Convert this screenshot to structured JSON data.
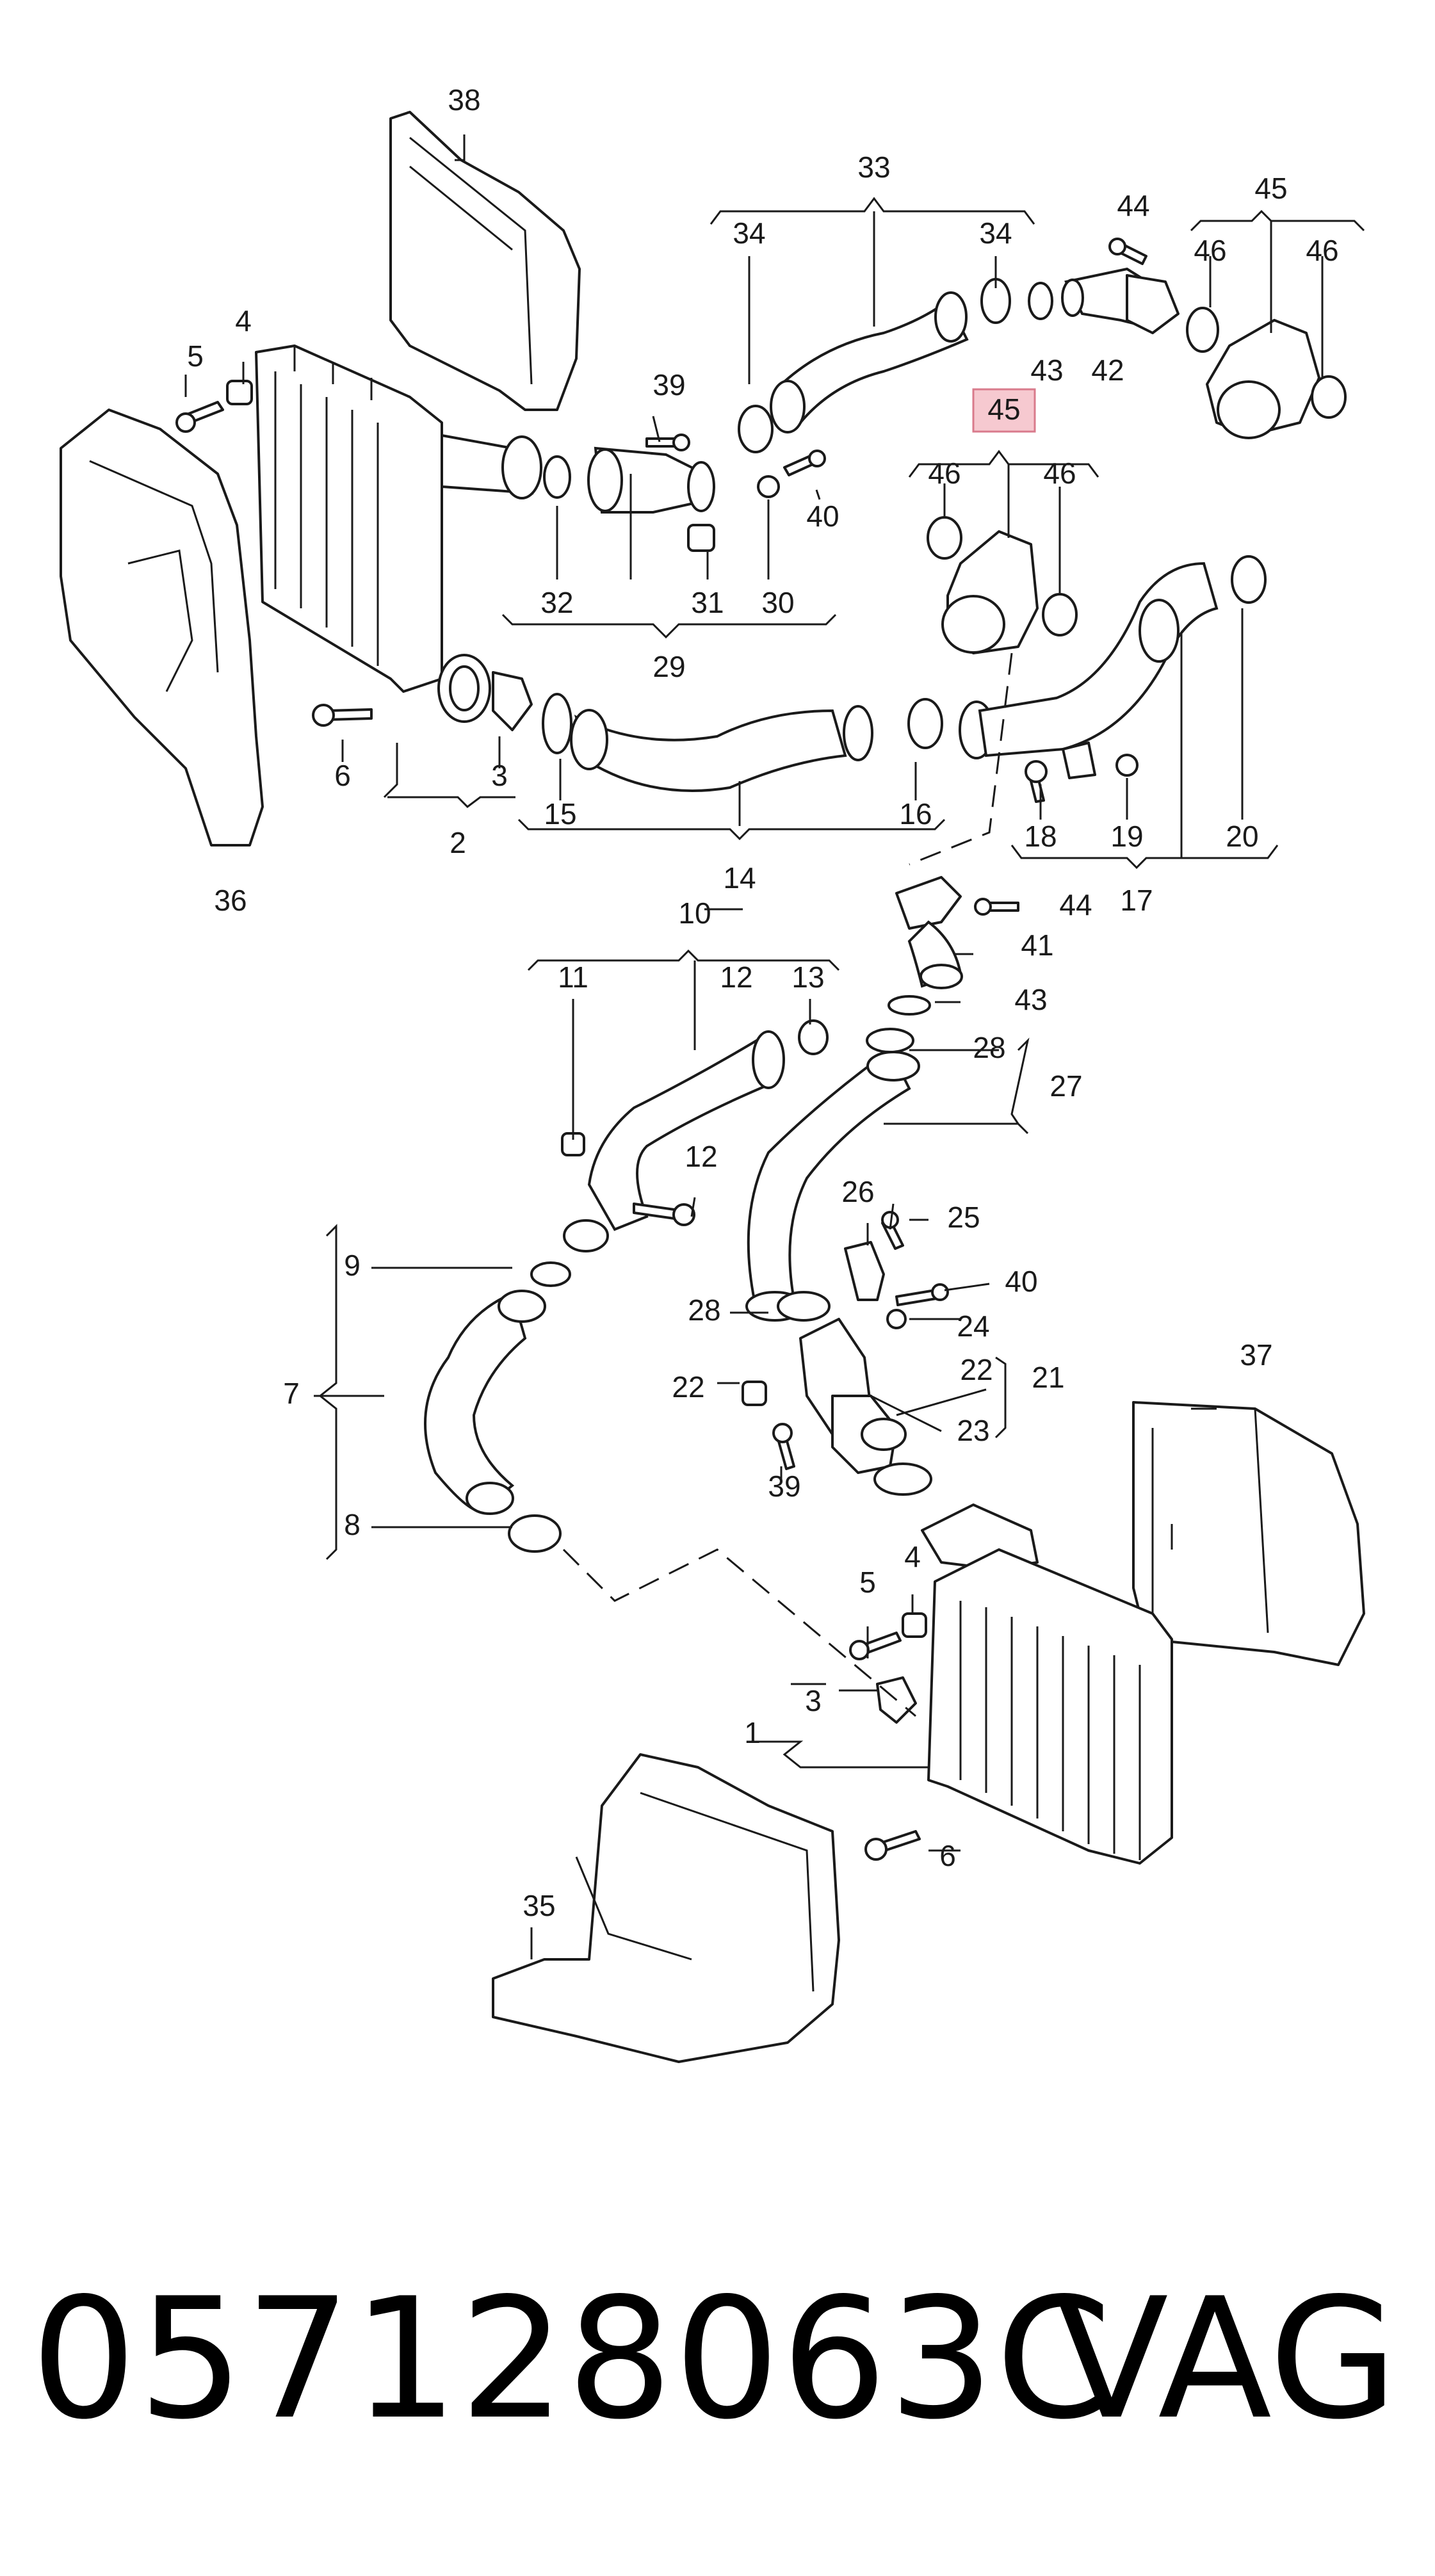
{
  "diagram": {
    "highlighted_label": "45",
    "labels": {
      "n1": "1",
      "n2": "2",
      "n3": "3",
      "n4": "4",
      "n5": "5",
      "n6": "6",
      "n7": "7",
      "n8": "8",
      "n9": "9",
      "n10": "10",
      "n11": "11",
      "n12": "12",
      "n13": "13",
      "n14": "14",
      "n15": "15",
      "n16": "16",
      "n17": "17",
      "n18": "18",
      "n19": "19",
      "n20": "20",
      "n21": "21",
      "n22": "22",
      "n23": "23",
      "n24": "24",
      "n25": "25",
      "n26": "26",
      "n27": "27",
      "n28": "28",
      "n29": "29",
      "n30": "30",
      "n31": "31",
      "n32": "32",
      "n33": "33",
      "n34": "34",
      "n35": "35",
      "n36": "36",
      "n37": "37",
      "n38": "38",
      "n39": "39",
      "n40": "40",
      "n41": "41",
      "n42": "42",
      "n43": "43",
      "n44": "44",
      "n45": "45",
      "n46": "46"
    }
  },
  "footer": {
    "part_number": "057128063C",
    "brand": "VAG"
  },
  "colors": {
    "line": "#1a1a1a",
    "highlight_fill": "#f6c9d0",
    "highlight_border": "#d97b8c"
  }
}
